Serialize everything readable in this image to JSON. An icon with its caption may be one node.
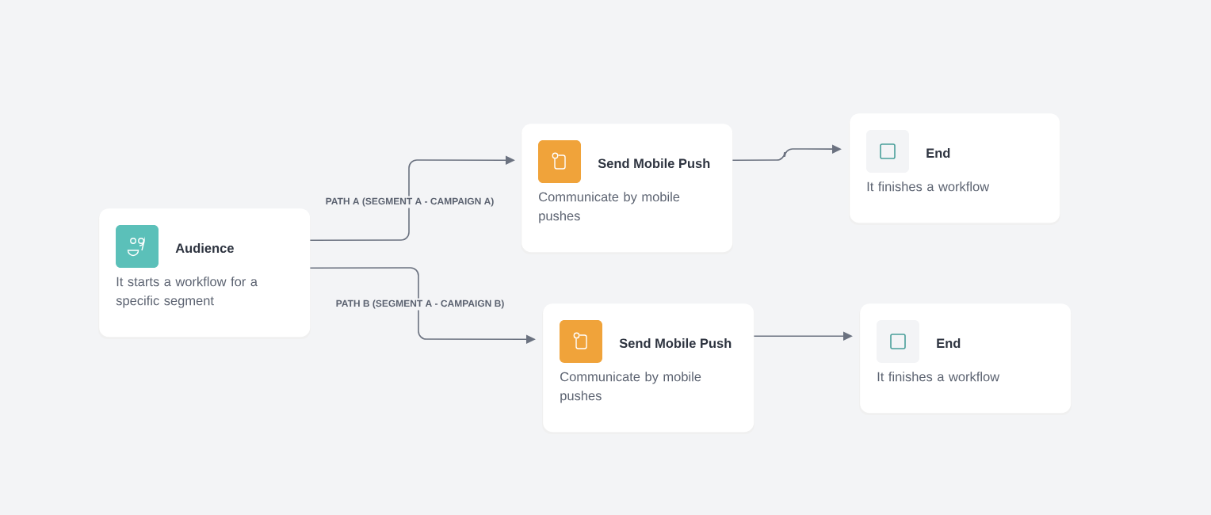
{
  "diagram": {
    "nodes": [
      {
        "text": [
          "Audience",
          "It starts a workflow for a specific segment"
        ]
      },
      {
        "text": [
          "Send Mobile Push",
          "Communicate by mobile pushes"
        ]
      },
      {
        "text": [
          "End",
          "It finishes a workflow"
        ]
      },
      {
        "text": [
          "Send Mobile Push",
          "Communicate by mobile pushes"
        ]
      },
      {
        "text": [
          "End",
          "It finishes a workflow"
        ]
      }
    ],
    "edges": [
      {
        "from": 0,
        "to": 1,
        "arrow": "to",
        "label": "PATH A (SEGMENT A - CAMPAIGN A)"
      },
      {
        "from": 0,
        "to": 3,
        "arrow": "to",
        "label": "PATH B (SEGMENT A - CAMPAIGN B)"
      },
      {
        "from": 1,
        "to": 2,
        "arrow": "to"
      },
      {
        "from": 3,
        "to": 4,
        "arrow": "to"
      }
    ]
  }
}
